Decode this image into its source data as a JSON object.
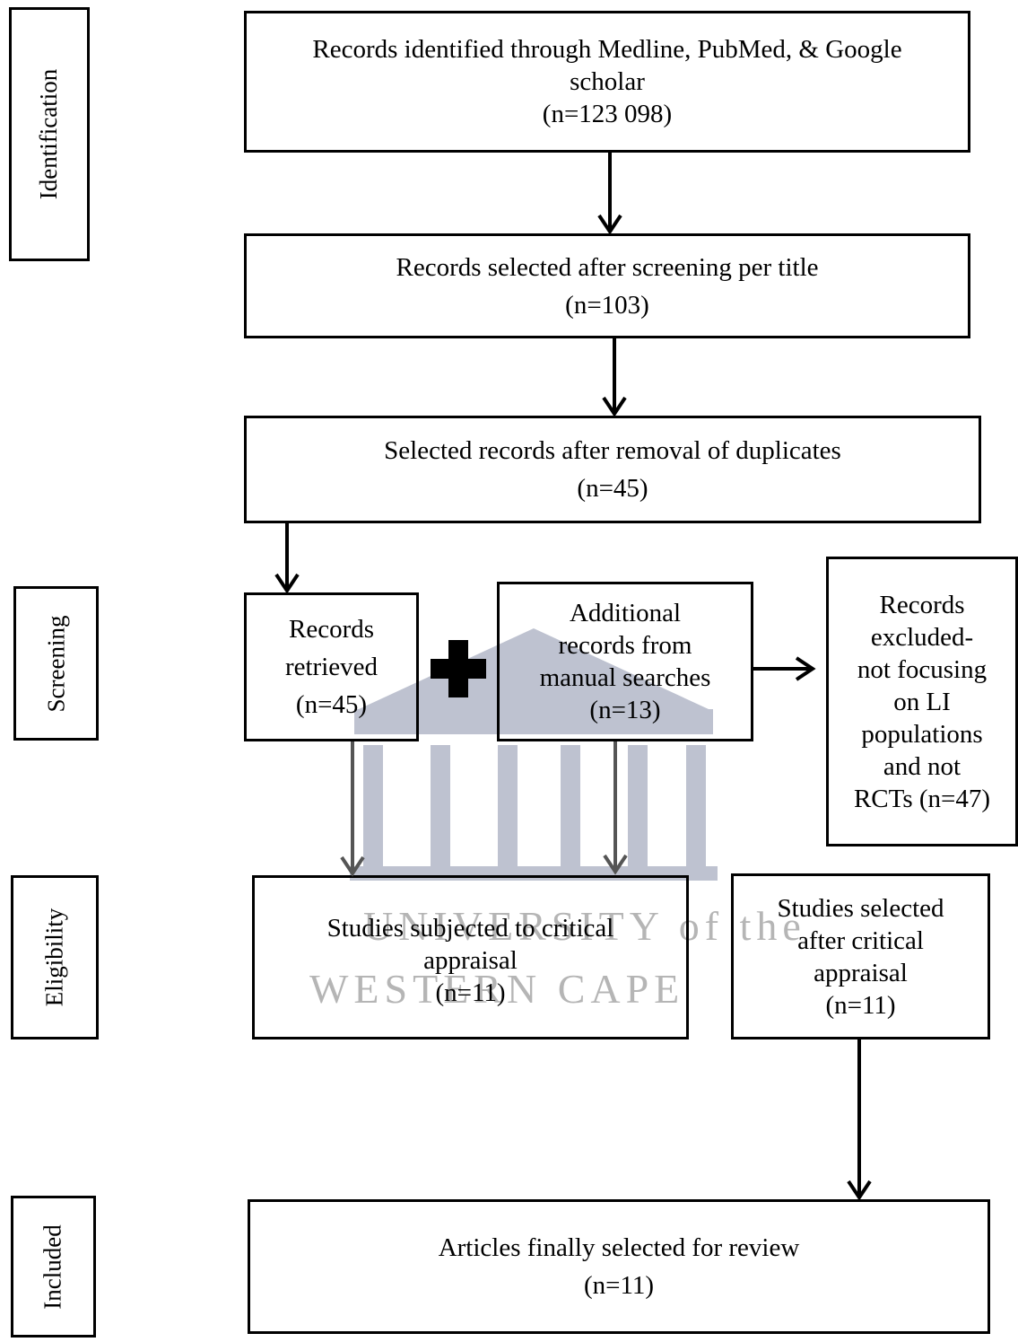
{
  "stages": {
    "identification": "Identification",
    "screening": "Screening",
    "eligibility": "Eligibility",
    "included": "Included"
  },
  "boxes": {
    "identified": [
      "Records identified through Medline, PubMed, & Google",
      "scholar",
      "(n=123 098)"
    ],
    "title_screen": [
      "Records selected after screening per title",
      "(n=103)"
    ],
    "dedup": [
      "Selected records after removal of duplicates",
      "(n=45)"
    ],
    "retrieved": [
      "Records",
      "retrieved",
      "(n=45)"
    ],
    "additional": [
      "Additional",
      "records from",
      "manual searches",
      "(n=13)"
    ],
    "excluded": [
      "Records",
      "excluded-",
      "not focusing",
      "on LI",
      "populations",
      "and not",
      "RCTs (n=47)"
    ],
    "appraisal": [
      "Studies subjected to critical",
      "appraisal",
      "(n=11)"
    ],
    "selected_after": [
      "Studies selected",
      "after critical",
      "appraisal",
      "(n=11)"
    ],
    "final": [
      "Articles finally selected for review",
      "(n=11)"
    ]
  },
  "watermark": {
    "line1": "UNIVERSITY of the",
    "line2": "WESTERN CAPE"
  }
}
